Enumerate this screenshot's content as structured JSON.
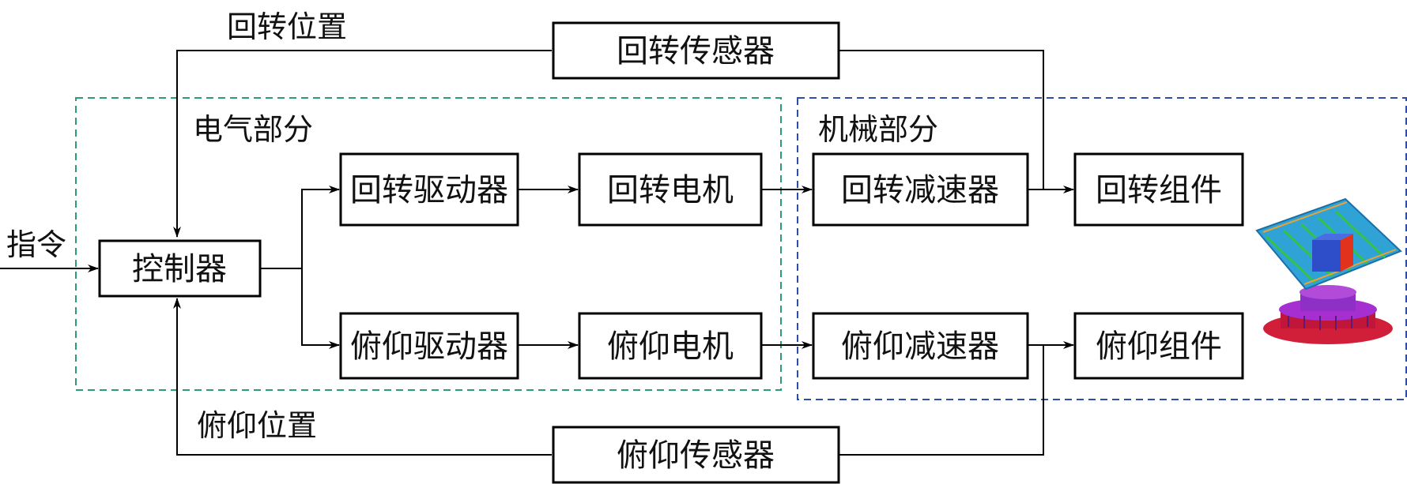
{
  "input_label": "指令",
  "regions": {
    "electrical": "电气部分",
    "mechanical": "机械部分"
  },
  "feedback": {
    "slew_position": "回转位置",
    "pitch_position": "俯仰位置"
  },
  "blocks": {
    "controller": "控制器",
    "slew_driver": "回转驱动器",
    "slew_motor": "回转电机",
    "slew_reducer": "回转减速器",
    "slew_component": "回转组件",
    "slew_sensor": "回转传感器",
    "pitch_driver": "俯仰驱动器",
    "pitch_motor": "俯仰电机",
    "pitch_reducer": "俯仰减速器",
    "pitch_component": "俯仰组件",
    "pitch_sensor": "俯仰传感器"
  },
  "colors": {
    "electrical_border": "#2e9a78",
    "mechanical_border": "#2b4fa8"
  },
  "icons": {
    "antenna_model": "antenna-model-icon"
  }
}
